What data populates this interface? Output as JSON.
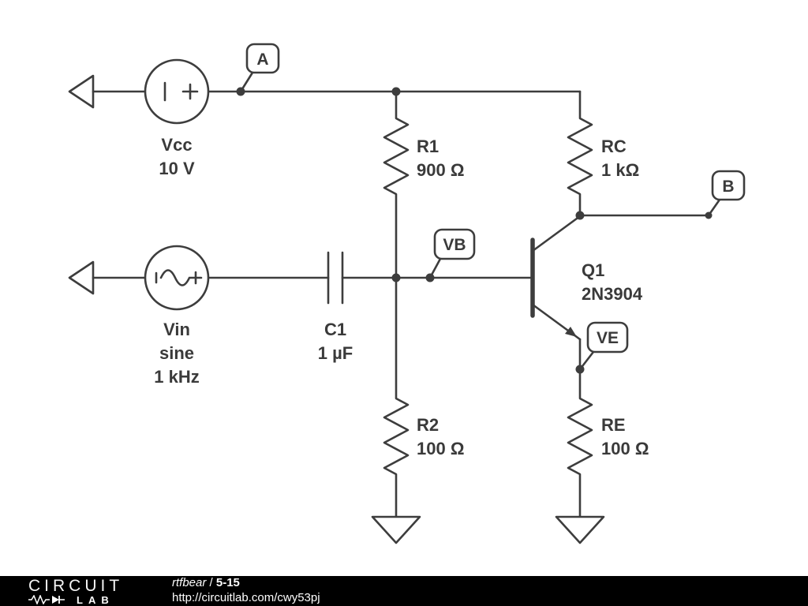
{
  "colors": {
    "stroke": "#3d3d3d",
    "text": "#3a3a3a",
    "footer_bg": "#000000",
    "footer_text": "#ffffff",
    "background": "#ffffff"
  },
  "components": {
    "vcc": {
      "name": "Vcc",
      "value": "10 V"
    },
    "vin": {
      "name": "Vin",
      "value_line1": "sine",
      "value_line2": "1 kHz"
    },
    "c1": {
      "name": "C1",
      "value": "1 µF"
    },
    "r1": {
      "name": "R1",
      "value": "900 Ω"
    },
    "rc": {
      "name": "RC",
      "value": "1 kΩ"
    },
    "r2": {
      "name": "R2",
      "value": "100 Ω"
    },
    "re": {
      "name": "RE",
      "value": "100 Ω"
    },
    "q1": {
      "name": "Q1",
      "value": "2N3904"
    }
  },
  "nodes": {
    "a": "A",
    "b": "B",
    "vb": "VB",
    "ve": "VE"
  },
  "footer": {
    "logo_top": "CIRCUIT",
    "logo_bottom": "LAB",
    "author": "rtfbear",
    "separator": " / ",
    "title": "5-15",
    "url": "http://circuitlab.com/cwy53pj"
  }
}
